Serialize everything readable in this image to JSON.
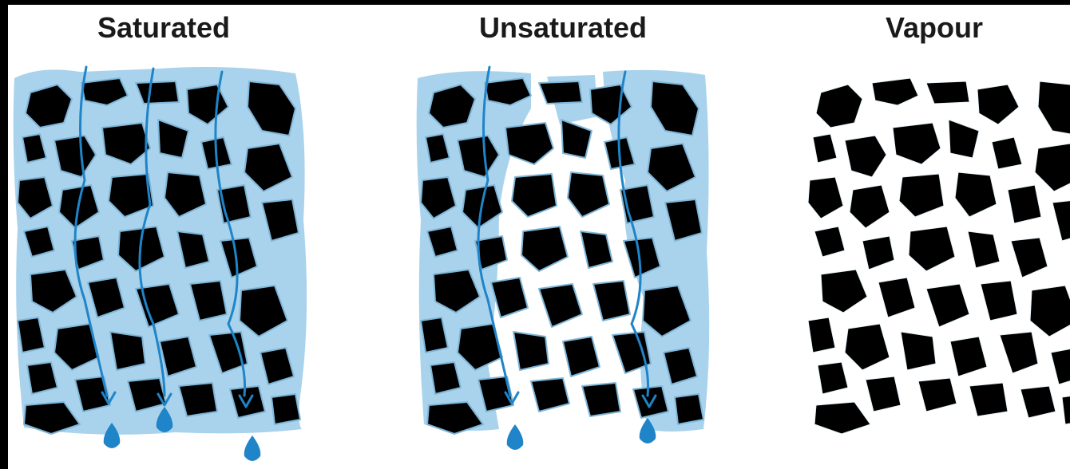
{
  "panels": [
    {
      "title": "Saturated",
      "water": "full",
      "flow_paths": 3,
      "drops": 3
    },
    {
      "title": "Unsaturated",
      "water": "partial",
      "flow_paths": 2,
      "drops": 2
    },
    {
      "title": "Vapour",
      "water": "none",
      "flow_paths": 0,
      "drops": 0
    }
  ],
  "colors": {
    "water": "#a9d3ec",
    "flow": "#1f84c8",
    "particle": "#000000",
    "background": "#ffffff"
  },
  "icons": [
    "soil-particle",
    "water-flow-arrow",
    "water-drop-icon"
  ]
}
